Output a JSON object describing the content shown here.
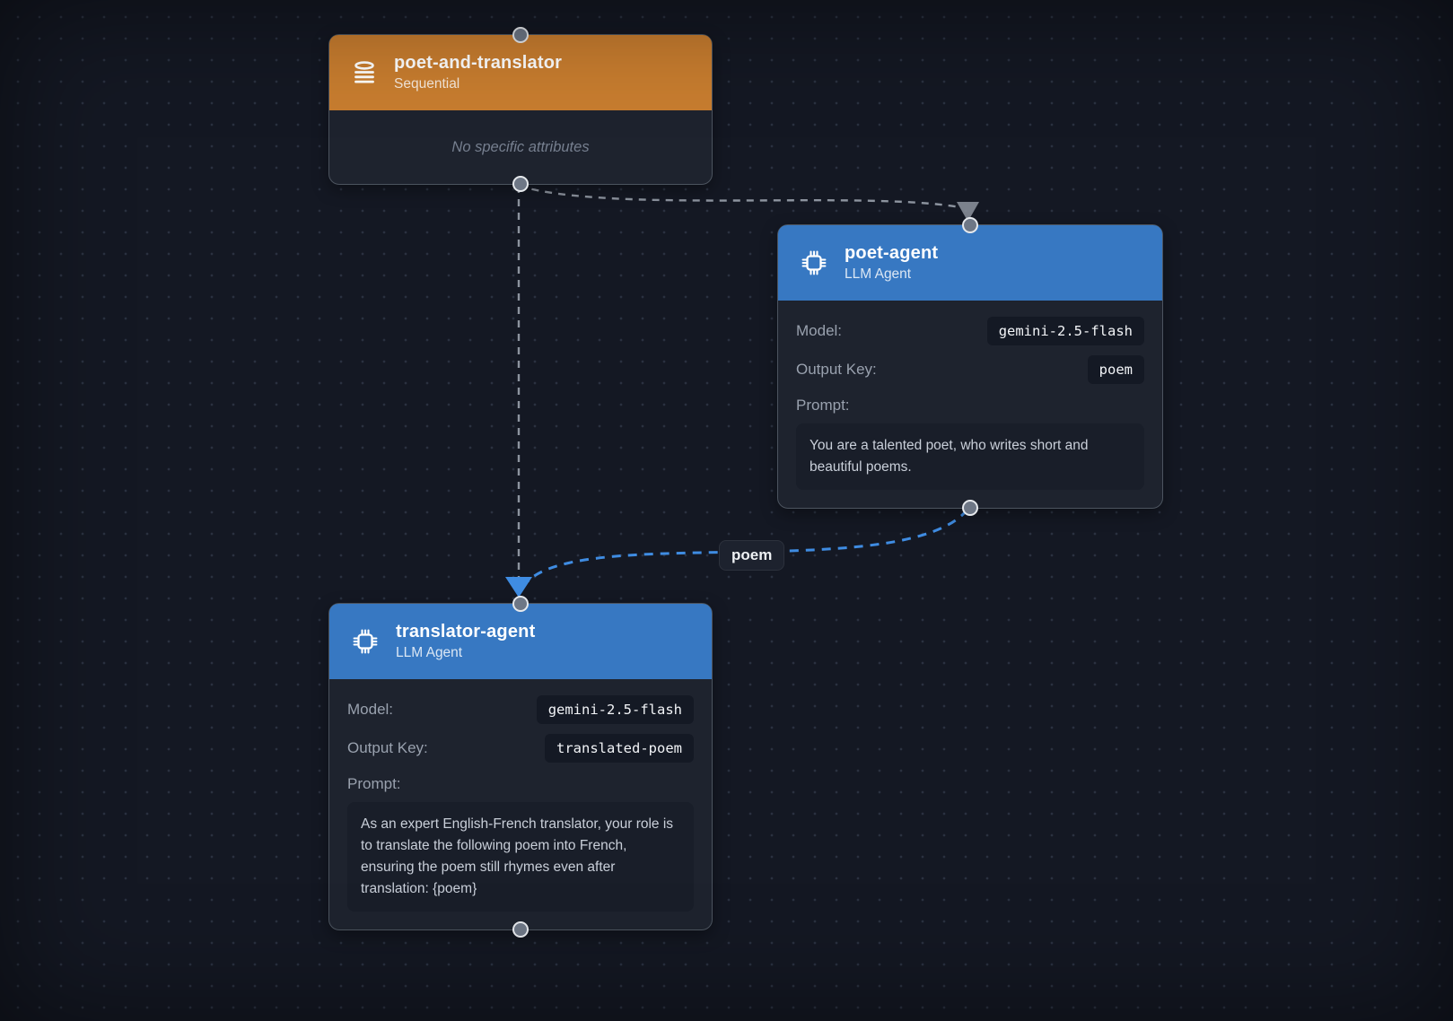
{
  "canvas": {
    "background_color": "#141823",
    "dot_color": "#2a3140"
  },
  "nodes": [
    {
      "id": "poet-and-translator",
      "title": "poet-and-translator",
      "subtitle": "Sequential",
      "header_color": "#c87d2f",
      "icon": "sequential-list-icon",
      "body_note": "No specific attributes"
    },
    {
      "id": "poet-agent",
      "title": "poet-agent",
      "subtitle": "LLM Agent",
      "header_color": "#3778c2",
      "icon": "cpu-icon",
      "fields": [
        {
          "label": "Model:",
          "value": "gemini-2.5-flash"
        },
        {
          "label": "Output Key:",
          "value": "poem"
        }
      ],
      "prompt_label": "Prompt:",
      "prompt": "You are a talented poet, who writes short and beautiful poems."
    },
    {
      "id": "translator-agent",
      "title": "translator-agent",
      "subtitle": "LLM Agent",
      "header_color": "#3778c2",
      "icon": "cpu-icon",
      "fields": [
        {
          "label": "Model:",
          "value": "gemini-2.5-flash"
        },
        {
          "label": "Output Key:",
          "value": "translated-poem"
        }
      ],
      "prompt_label": "Prompt:",
      "prompt": "As an expert English-French translator, your role is to translate the following poem into French, ensuring the poem still rhymes even after translation: {poem}"
    }
  ],
  "edges": [
    {
      "from": "poet-and-translator",
      "to": "poet-agent",
      "style": "dashed",
      "color": "#8d949f",
      "label": ""
    },
    {
      "from": "poet-and-translator",
      "to": "translator-agent",
      "style": "dashed",
      "color": "#8d949f",
      "label": ""
    },
    {
      "from": "poet-agent",
      "to": "translator-agent",
      "style": "dashed",
      "color": "#3f8ce2",
      "label": "poem"
    }
  ]
}
